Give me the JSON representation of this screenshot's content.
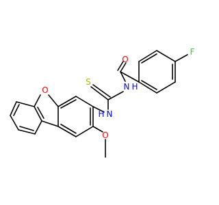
{
  "molecule": {
    "colors": {
      "carbon_bond": "#000000",
      "oxygen": "#ff0000",
      "nitrogen": "#0000ff",
      "sulfur": "#b2b200",
      "fluorine": "#33cc33",
      "background": "#ffffff"
    },
    "atoms": {
      "oxygen_carbonyl": "O",
      "fluorine": "F",
      "sulfur": "S",
      "nitrogen_amide": "N",
      "hydrogen_amide": "H",
      "nitrogen_amine": "N",
      "hydrogen_amine": "H",
      "oxygen_furan": "O",
      "oxygen_methoxy": "O"
    }
  }
}
